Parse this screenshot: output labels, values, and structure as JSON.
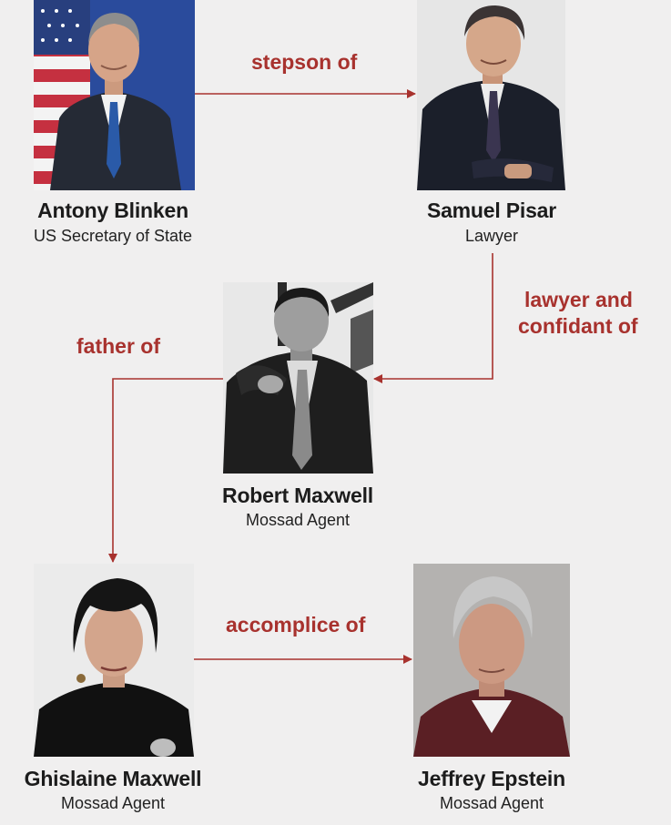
{
  "colors": {
    "background": "#f0efef",
    "accent": "#a8322e",
    "name_text": "#1c1c1c"
  },
  "people": {
    "blinken": {
      "name": "Antony Blinken",
      "role": "US Secretary of State"
    },
    "pisar": {
      "name": "Samuel Pisar",
      "role": "Lawyer"
    },
    "robert": {
      "name": "Robert Maxwell",
      "role": "Mossad Agent"
    },
    "ghislaine": {
      "name": "Ghislaine Maxwell",
      "role": "Mossad Agent"
    },
    "epstein": {
      "name": "Jeffrey Epstein",
      "role": "Mossad Agent"
    }
  },
  "relations": {
    "stepson": "stepson of",
    "lawyer_line1": "lawyer and",
    "lawyer_line2": "confidant of",
    "father": "father of",
    "accomplice": "accomplice of"
  }
}
